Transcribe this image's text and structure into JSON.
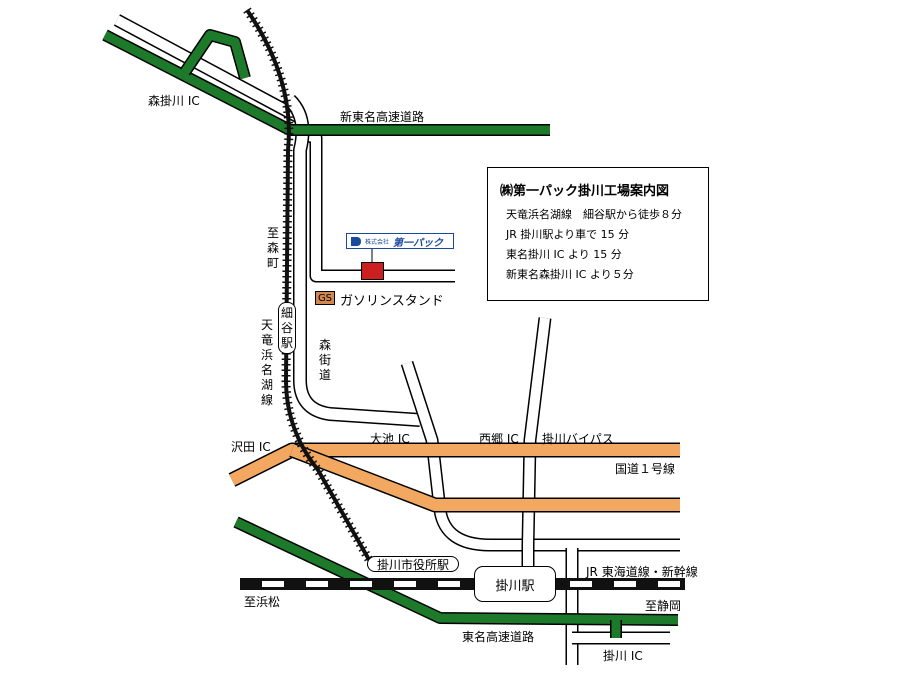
{
  "colors": {
    "expressway": "#1d7a2a",
    "national_route": "#f3a861",
    "railway": "#111111",
    "factory": "#cc1f1f",
    "gas_station": "#d2874f",
    "company_logo": "#1a4aa0"
  },
  "labels": {
    "mori_kakegawa_ic": "森掛川 IC",
    "shin_tomei": "新東名高速道路",
    "to_morimachi": "至森町",
    "hosoya_station": "細谷駅",
    "tenryu_hamanako_line": "天竜浜名湖線",
    "mori_kaido": "森街道",
    "gas_station": "ガソリンスタンド",
    "gs_badge": "GS",
    "sawada_ic": "沢田 IC",
    "oike_ic": "大池 IC",
    "saigo_ic": "西郷 IC",
    "kakegawa_bypass": "掛川バイパス",
    "route1": "国道１号線",
    "kakegawa_shiyakusho_station": "掛川市役所駅",
    "kakegawa_station": "掛川駅",
    "jr_tokaido": "JR 東海道線・新幹線",
    "to_hamamatsu": "至浜松",
    "to_shizuoka": "至静岡",
    "tomei": "東名高速道路",
    "kakegawa_ic": "掛川 IC"
  },
  "company": {
    "logo_small": "株式会社",
    "logo_name": "第一パック"
  },
  "infobox": {
    "title": "㈱第一パック掛川工場案内図",
    "lines": [
      "天竜浜名湖線　細谷駅から徒歩８分",
      "JR 掛川駅より車で 15 分",
      "東名掛川 IC より 15 分",
      "新東名森掛川 IC より５分"
    ]
  }
}
